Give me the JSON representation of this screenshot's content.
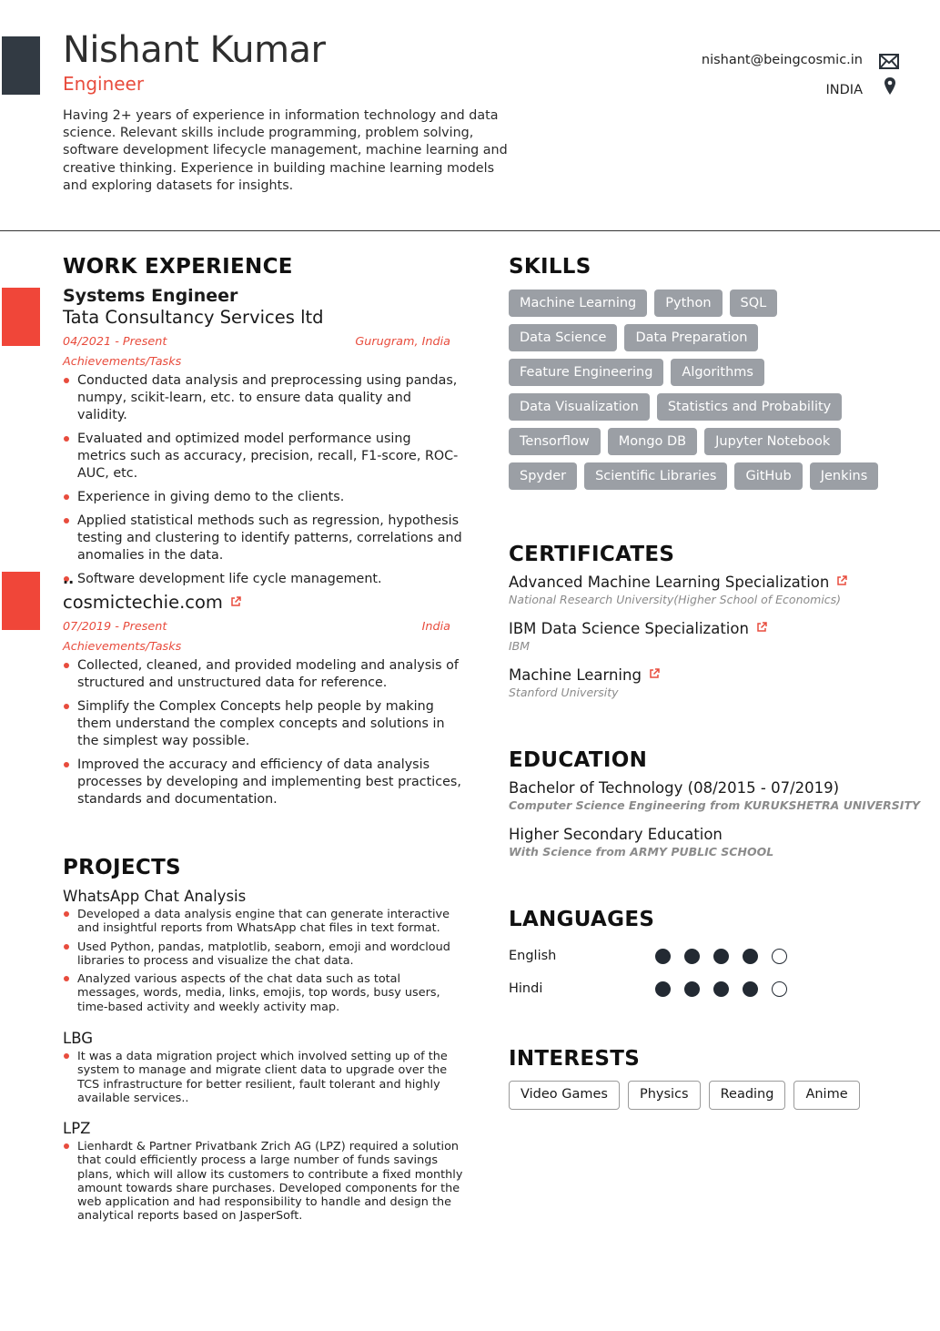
{
  "header": {
    "name": "Nishant Kumar",
    "role": "Engineer",
    "summary": "Having 2+ years of experience in information technology and data science. Relevant skills include programming, problem solving, software development lifecycle management, machine learning and creative thinking. Experience in building machine learning models and exploring datasets for insights.",
    "email": "nishant@beingcosmic.in",
    "email_icon": "envelope-icon",
    "location": "INDIA",
    "location_icon": "map-pin-icon",
    "accent_color": "#e84c3d",
    "dark_color": "#323a43"
  },
  "work": {
    "title": "WORK EXPERIENCE",
    "jobs": [
      {
        "title": "Systems Engineer",
        "company": "Tata Consultancy Services ltd",
        "dates": "04/2021 - Present",
        "location": "Gurugram, India",
        "tasks_label": "Achievements/Tasks",
        "bullets": [
          "Conducted data analysis and preprocessing using pandas, numpy, scikit-learn, etc. to ensure data quality and validity.",
          "Evaluated and optimized model performance using metrics such as accuracy, precision, recall, F1-score, ROC-AUC, etc.",
          "Experience in giving demo to the clients.",
          "Applied statistical methods such as regression, hypothesis testing and clustering to identify patterns, correlations and anomalies in the data.",
          "Software development life cycle management."
        ]
      },
      {
        "title": "..",
        "company": "cosmictechie.com",
        "dates": "07/2019 - Present",
        "location": "India",
        "tasks_label": "Achievements/Tasks",
        "bullets": [
          "Collected, cleaned, and provided modeling and analysis of structured and unstructured data for reference.",
          "Simplify the Complex Concepts help people by making them understand the complex concepts and solutions in the simplest way possible.",
          "Improved the accuracy and efficiency of data analysis processes by developing and implementing best practices, standards and documentation."
        ]
      }
    ]
  },
  "projects": {
    "title": "PROJECTS",
    "items": [
      {
        "name": "WhatsApp Chat Analysis",
        "bullets": [
          "Developed a data analysis engine that can generate interactive and insightful reports from WhatsApp chat files in text format.",
          "Used Python, pandas, matplotlib, seaborn, emoji and wordcloud libraries to process and visualize the chat data.",
          "Analyzed various aspects of the chat data such as total messages, words, media, links, emojis, top words, busy users, time-based activity and weekly activity map."
        ]
      },
      {
        "name": "LBG",
        "bullets": [
          "It was a data migration project which involved setting up of the system to manage and migrate client data to upgrade over the TCS infrastructure for better resilient, fault tolerant and highly available services.."
        ]
      },
      {
        "name": "LPZ",
        "bullets": [
          "Lienhardt & Partner Privatbank Zrich AG (LPZ) required a solution that could efficiently process a large number of funds savings plans, which will allow its customers to contribute a fixed monthly amount towards share purchases. Developed components for the web application and had responsibility to handle and design the analytical reports based on JasperSoft."
        ]
      }
    ]
  },
  "skills": {
    "title": "SKILLS",
    "rows": [
      [
        "Machine Learning",
        "Python",
        "SQL"
      ],
      [
        "Data Science",
        "Data Preparation"
      ],
      [
        "Feature Engineering",
        "Algorithms"
      ],
      [
        "Data Visualization",
        "Statistics and Probability"
      ],
      [
        "Tensorflow",
        "Mongo DB",
        "Jupyter Notebook"
      ],
      [
        "Spyder",
        "Scientific Libraries",
        "GitHub",
        "Jenkins"
      ]
    ]
  },
  "certificates": {
    "title": "CERTIFICATES",
    "items": [
      {
        "name": "Advanced Machine Learning Specialization",
        "issuer": "National Research University(Higher School of Economics)"
      },
      {
        "name": "IBM Data Science Specialization",
        "issuer": "IBM"
      },
      {
        "name": "Machine Learning",
        "issuer": "Stanford University"
      }
    ]
  },
  "education": {
    "title": "EDUCATION",
    "items": [
      {
        "degree": "Bachelor of Technology (08/2015 - 07/2019)",
        "detail": "Computer Science Engineering from KURUKSHETRA UNIVERSITY"
      },
      {
        "degree": "Higher Secondary Education",
        "detail": "With Science from ARMY PUBLIC SCHOOL"
      }
    ]
  },
  "languages": {
    "title": "LANGUAGES",
    "items": [
      {
        "name": "English",
        "level": 4,
        "max": 5
      },
      {
        "name": "Hindi",
        "level": 4,
        "max": 5
      }
    ]
  },
  "interests": {
    "title": "INTERESTS",
    "items": [
      "Video Games",
      "Physics",
      "Reading",
      "Anime"
    ]
  },
  "icons": {
    "external_link": "external-link-icon"
  }
}
